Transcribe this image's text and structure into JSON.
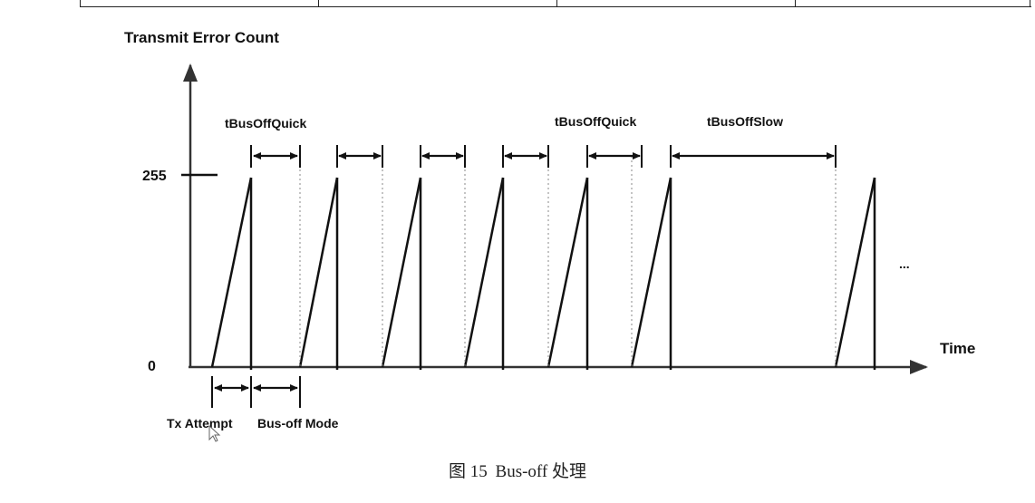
{
  "figure": {
    "y_axis_label": "Transmit Error Count",
    "x_axis_label": "Time",
    "y_tick_max": "255",
    "y_tick_zero": "0",
    "interval_labels": {
      "quick_left": "tBusOffQuick",
      "quick_right": "tBusOffQuick",
      "slow": "tBusOffSlow"
    },
    "bottom_labels": {
      "tx_attempt": "Tx Attempt",
      "bus_off_mode": "Bus-off Mode"
    },
    "ellipsis": "...",
    "caption_prefix": "图 15",
    "caption_text": "Bus-off 处理"
  },
  "cycles": [
    {
      "rise_start": 0,
      "peak": 1,
      "next_start": 2
    },
    {
      "rise_start": 2,
      "peak": 3,
      "next_start": 4
    },
    {
      "rise_start": 4,
      "peak": 5,
      "next_start": 6
    },
    {
      "rise_start": 6,
      "peak": 7,
      "next_start": 8
    },
    {
      "rise_start": 8,
      "peak": 9,
      "next_start": 10
    },
    {
      "rise_start": 10,
      "peak": 11,
      "next_start": 12
    },
    {
      "rise_start": 12,
      "peak": 13,
      "next_start": null
    }
  ],
  "colors": {
    "ink": "#111111",
    "dotted": "#888888"
  }
}
